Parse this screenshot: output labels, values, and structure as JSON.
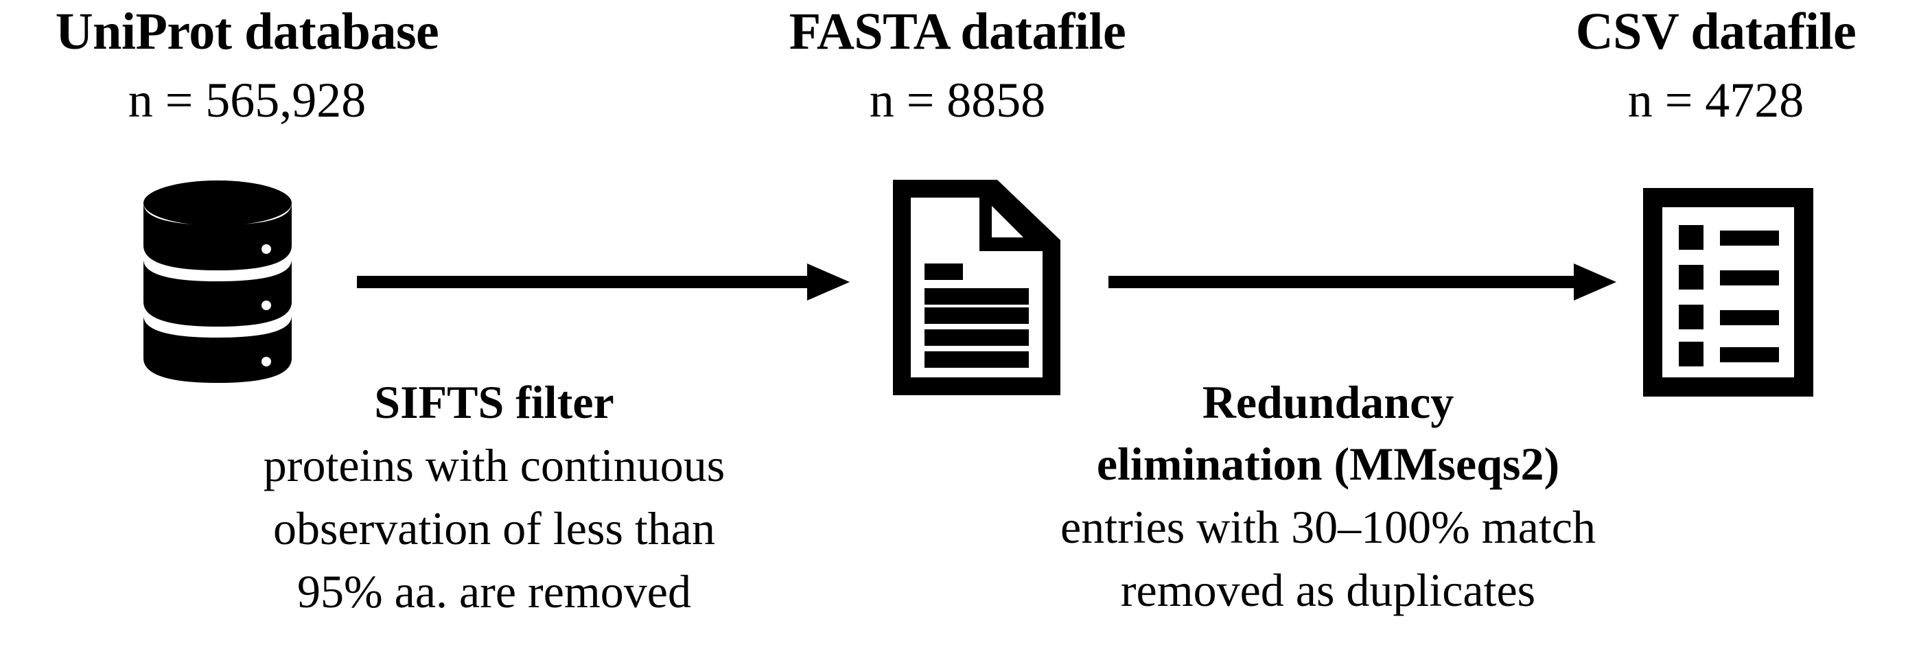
{
  "figure": {
    "type": "flowchart",
    "orientation": "left-to-right",
    "stages": [
      {
        "id": "uniprot",
        "title": "UniProt database",
        "count_label": "n = 565,928",
        "count_value": 565928,
        "icon": "database-cylinder-icon"
      },
      {
        "id": "fasta",
        "title": "FASTA datafile",
        "count_label": "n = 8858",
        "count_value": 8858,
        "icon": "document-file-icon"
      },
      {
        "id": "csv",
        "title": "CSV datafile",
        "count_label": "n = 4728",
        "count_value": 4728,
        "icon": "list-table-icon"
      }
    ],
    "transitions": [
      {
        "id": "sifts",
        "arrow": "arrow-right-icon",
        "title_lines": [
          "SIFTS filter"
        ],
        "description_lines": [
          "proteins with continuous",
          "observation of less than",
          "95% aa. are removed"
        ]
      },
      {
        "id": "redundancy",
        "arrow": "arrow-right-icon",
        "title_lines": [
          "Redundancy",
          "elimination (MMseqs2)"
        ],
        "description_lines": [
          "entries with 30–100% match",
          "removed as duplicates"
        ]
      }
    ],
    "colors": {
      "foreground": "#000000",
      "background": "#ffffff"
    }
  }
}
